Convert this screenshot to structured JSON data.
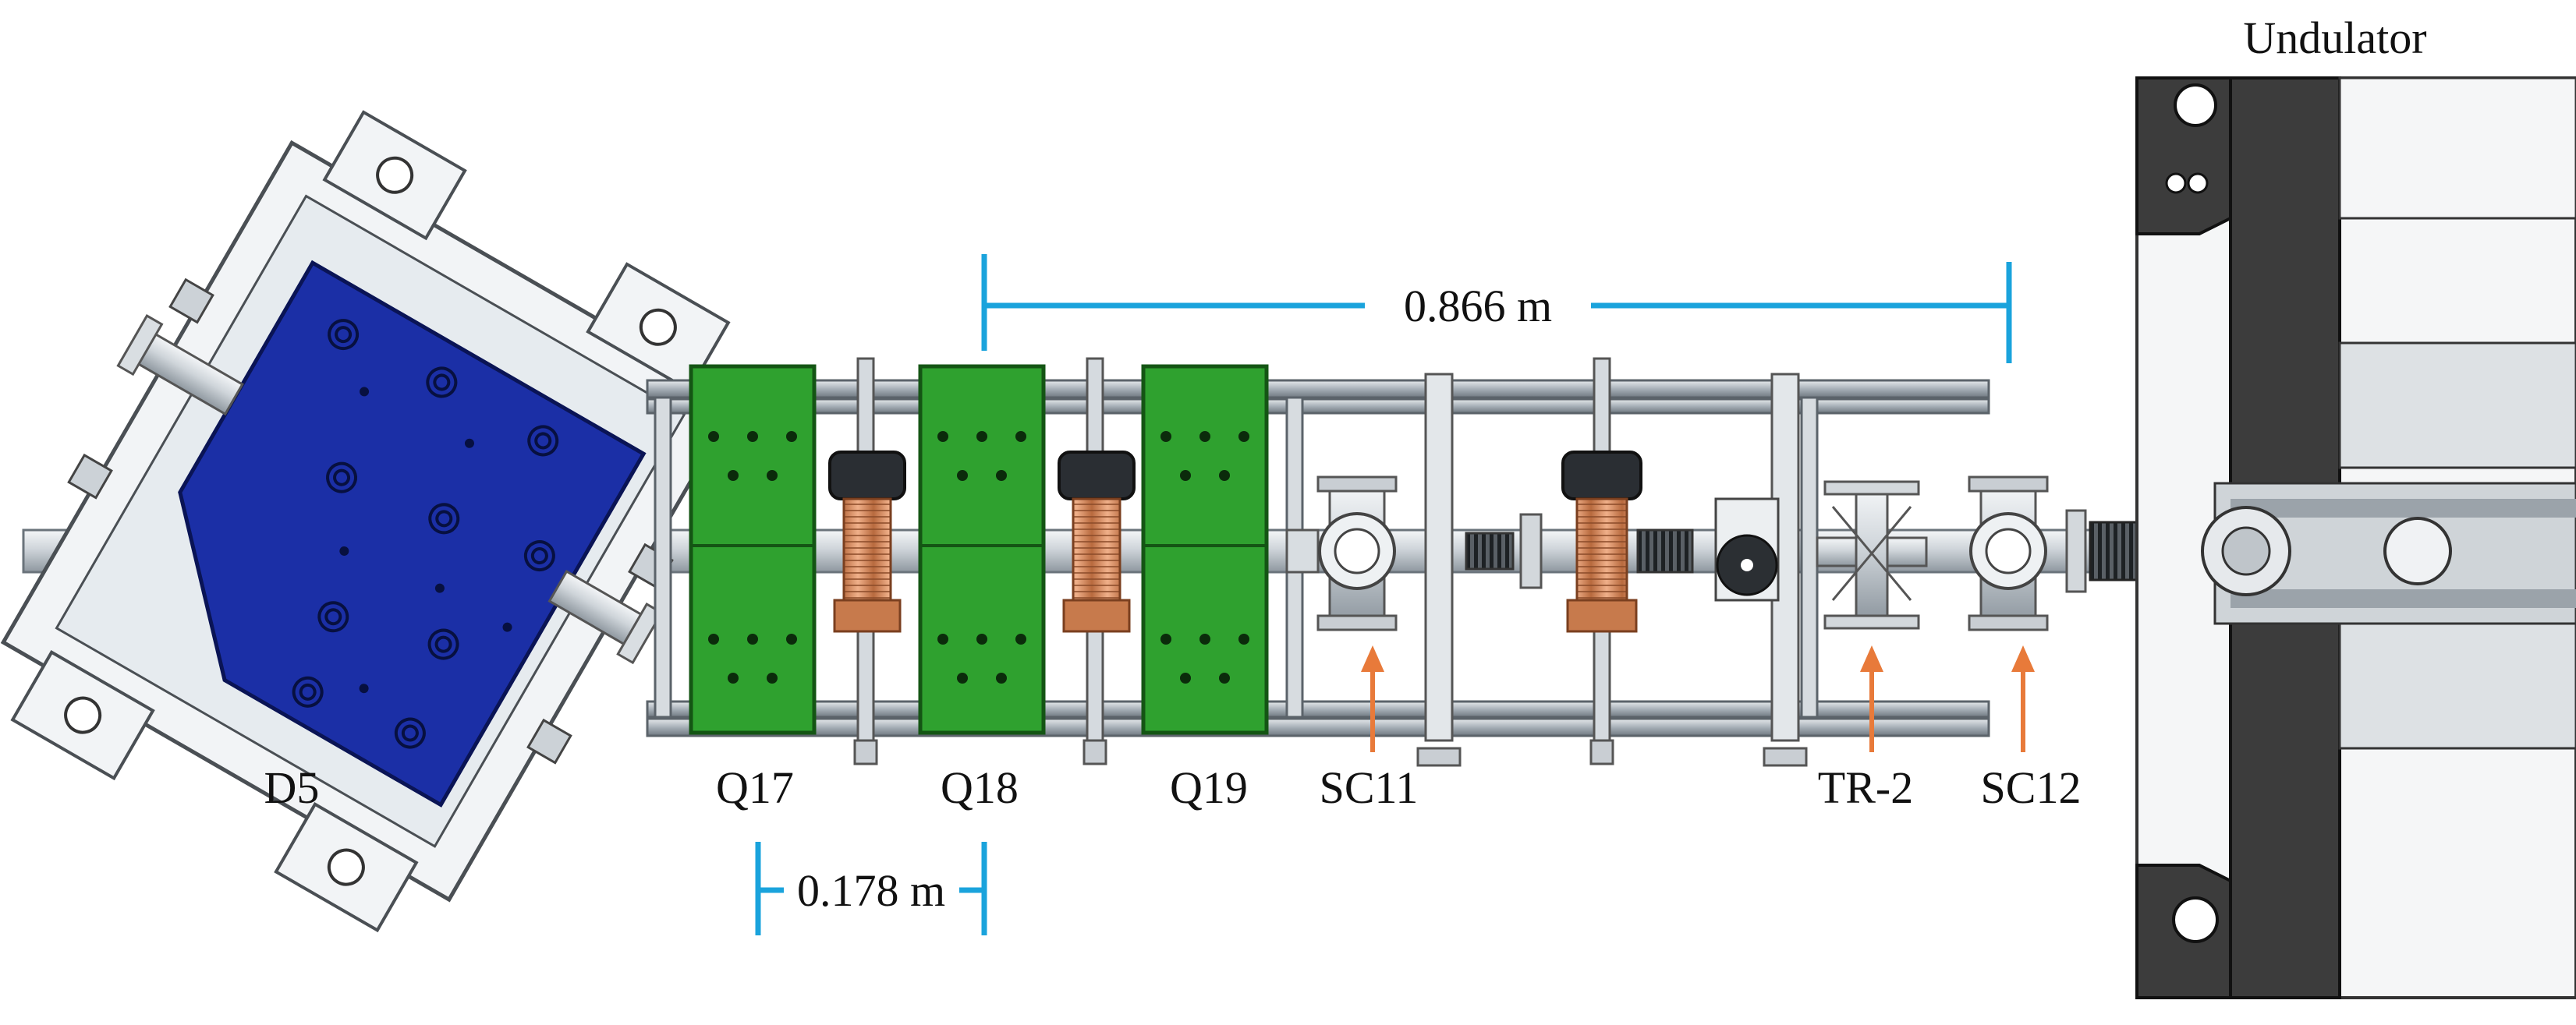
{
  "labels": {
    "undulator": "Undulator",
    "dimension_long": "0.866 m",
    "dimension_short": "0.178 m",
    "dipole": "D5",
    "quad_17": "Q17",
    "quad_18": "Q18",
    "quad_19": "Q19",
    "screen_11": "SC11",
    "transition_radiation": "TR-2",
    "screen_12": "SC12"
  },
  "colors": {
    "dipole_body": "#1b2fa6",
    "quadrupole": "#2fa12f",
    "corrector_coil": "#d98a5a",
    "dimension_line": "#1aa3dc",
    "arrow": "#e87a3a",
    "undulator_frame": "#3c3c3c",
    "rail": "#9aa4ad"
  }
}
